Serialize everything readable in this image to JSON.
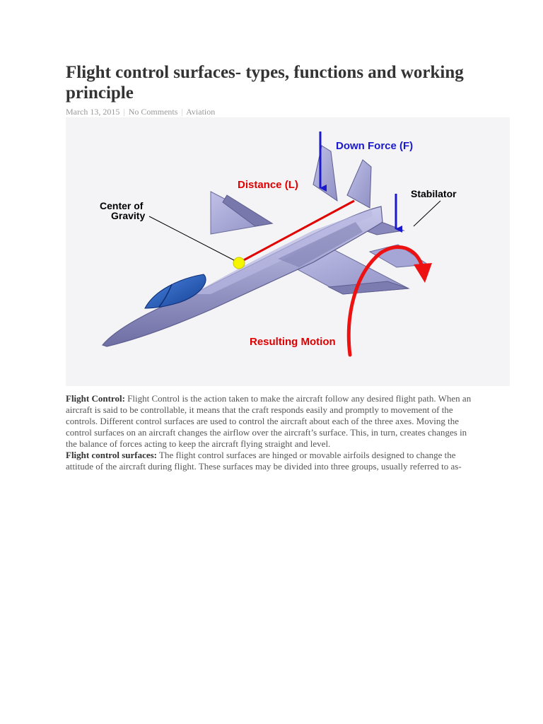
{
  "article": {
    "title": "Flight control surfaces- types, functions and working principle",
    "meta": {
      "date": "March 13, 2015",
      "comments_link": "No Comments",
      "category_link": "Aviation",
      "separator": "|"
    },
    "figure": {
      "labels": {
        "down_force": "Down Force (F)",
        "distance": "Distance (L)",
        "center_of_gravity_line1": "Center of",
        "center_of_gravity_line2": "Gravity",
        "stabilator": "Stabilator",
        "resulting_motion": "Resulting Motion"
      },
      "colors": {
        "background": "#f4f4f6",
        "fuselage": "#9a9ac8",
        "wing": "#b4b4e0",
        "canopy": "#1f55b8",
        "force_arrow": "#1a1acc",
        "distance_line": "#e00000",
        "motion_arrow": "#ee1111",
        "cg_dot": "#f5f500"
      }
    },
    "paragraphs": [
      {
        "heading": "Flight Control:",
        "text": " Flight Control is the action taken to make the aircraft follow any desired flight path. When an aircraft is said to be controllable, it means that the craft responds easily and promptly to movement of the controls. Different control surfaces are used to control the aircraft about each of the three axes. Moving the control surfaces on an aircraft changes the airflow over the aircraft’s surface. This, in turn, creates changes in the balance of forces acting to keep the aircraft flying straight and level."
      },
      {
        "heading": "Flight control surfaces:",
        "text": " The flight control surfaces are hinged or movable airfoils designed to change the attitude of the aircraft during flight. These surfaces may be divided into three groups, usually referred to as-"
      }
    ]
  }
}
